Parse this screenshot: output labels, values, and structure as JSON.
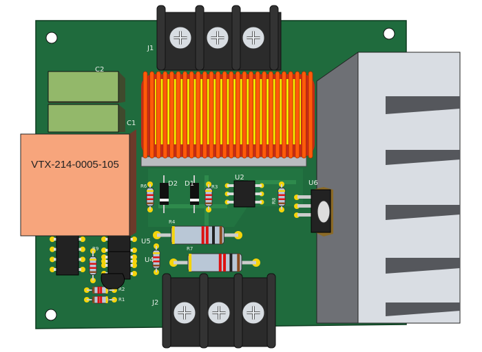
{
  "labels": {
    "j1": "J1",
    "j2": "J2",
    "c1": "C1",
    "c2": "C2",
    "transformer": "VTX-214-0005-105",
    "d1": "D1",
    "d2": "D2",
    "r1": "R1",
    "r2": "R2",
    "r3": "R3",
    "r4": "R4",
    "r6": "R6",
    "r7": "R7",
    "r8": "R8",
    "r9": "R9",
    "u2": "U2",
    "u4": "U4",
    "u5": "U5",
    "u6": "U6"
  },
  "colors": {
    "board": "#1f6b3d",
    "copper_trace": "#2e8a4c",
    "terminal": "#2b2b2b",
    "coil": "#ff5a0a",
    "core": "#f4f000",
    "transformer": "#f7a57c",
    "capacitor": "#93b86a",
    "heatsink": "#d9dde3",
    "pad": "#f5d40a"
  }
}
